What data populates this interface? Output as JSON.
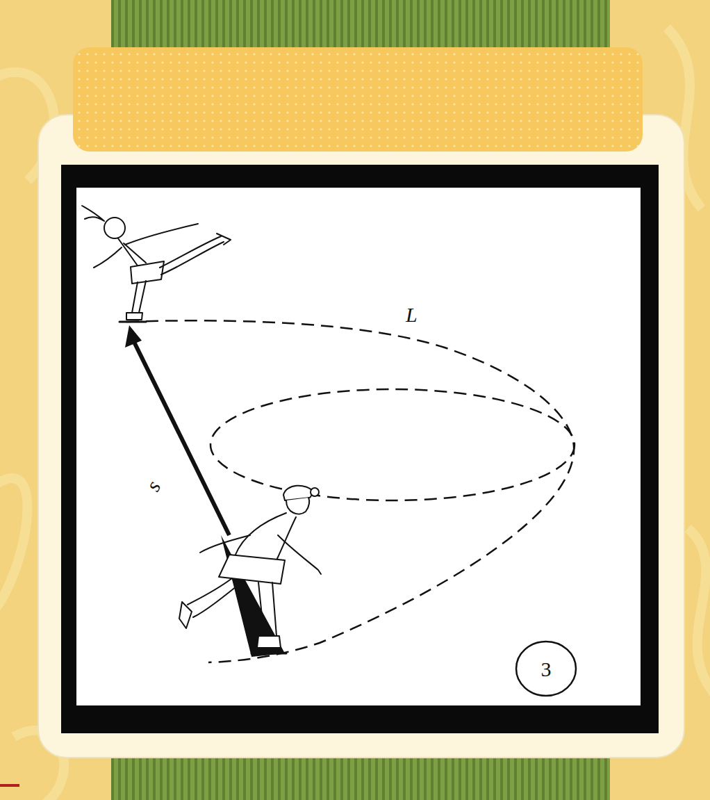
{
  "diagram": {
    "nodes": [
      {
        "text": [
          "3"
        ]
      }
    ],
    "labels": [
      "L",
      "s⃗"
    ]
  }
}
